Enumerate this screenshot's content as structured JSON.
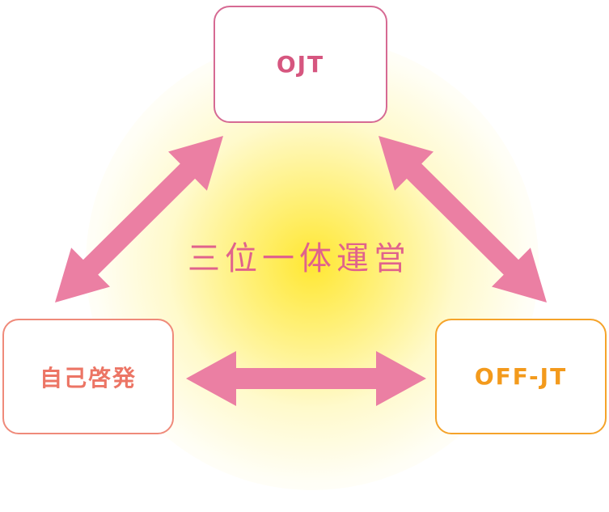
{
  "nodes": {
    "ojt": {
      "label": "OJT"
    },
    "self_development": {
      "label": "自己啓発"
    },
    "off_jt": {
      "label": "OFF-JT"
    }
  },
  "center": {
    "label": "三位一体運営"
  },
  "colors": {
    "ojt_border": "#d66a93",
    "ojt_text": "#d6567f",
    "self_border": "#ef8a7a",
    "self_text": "#ec7565",
    "offjt_border": "#f5a32a",
    "offjt_text": "#f39a1c",
    "arrow": "#eb7fa3",
    "center_text": "#e0628c",
    "glow": "#ffe628"
  }
}
